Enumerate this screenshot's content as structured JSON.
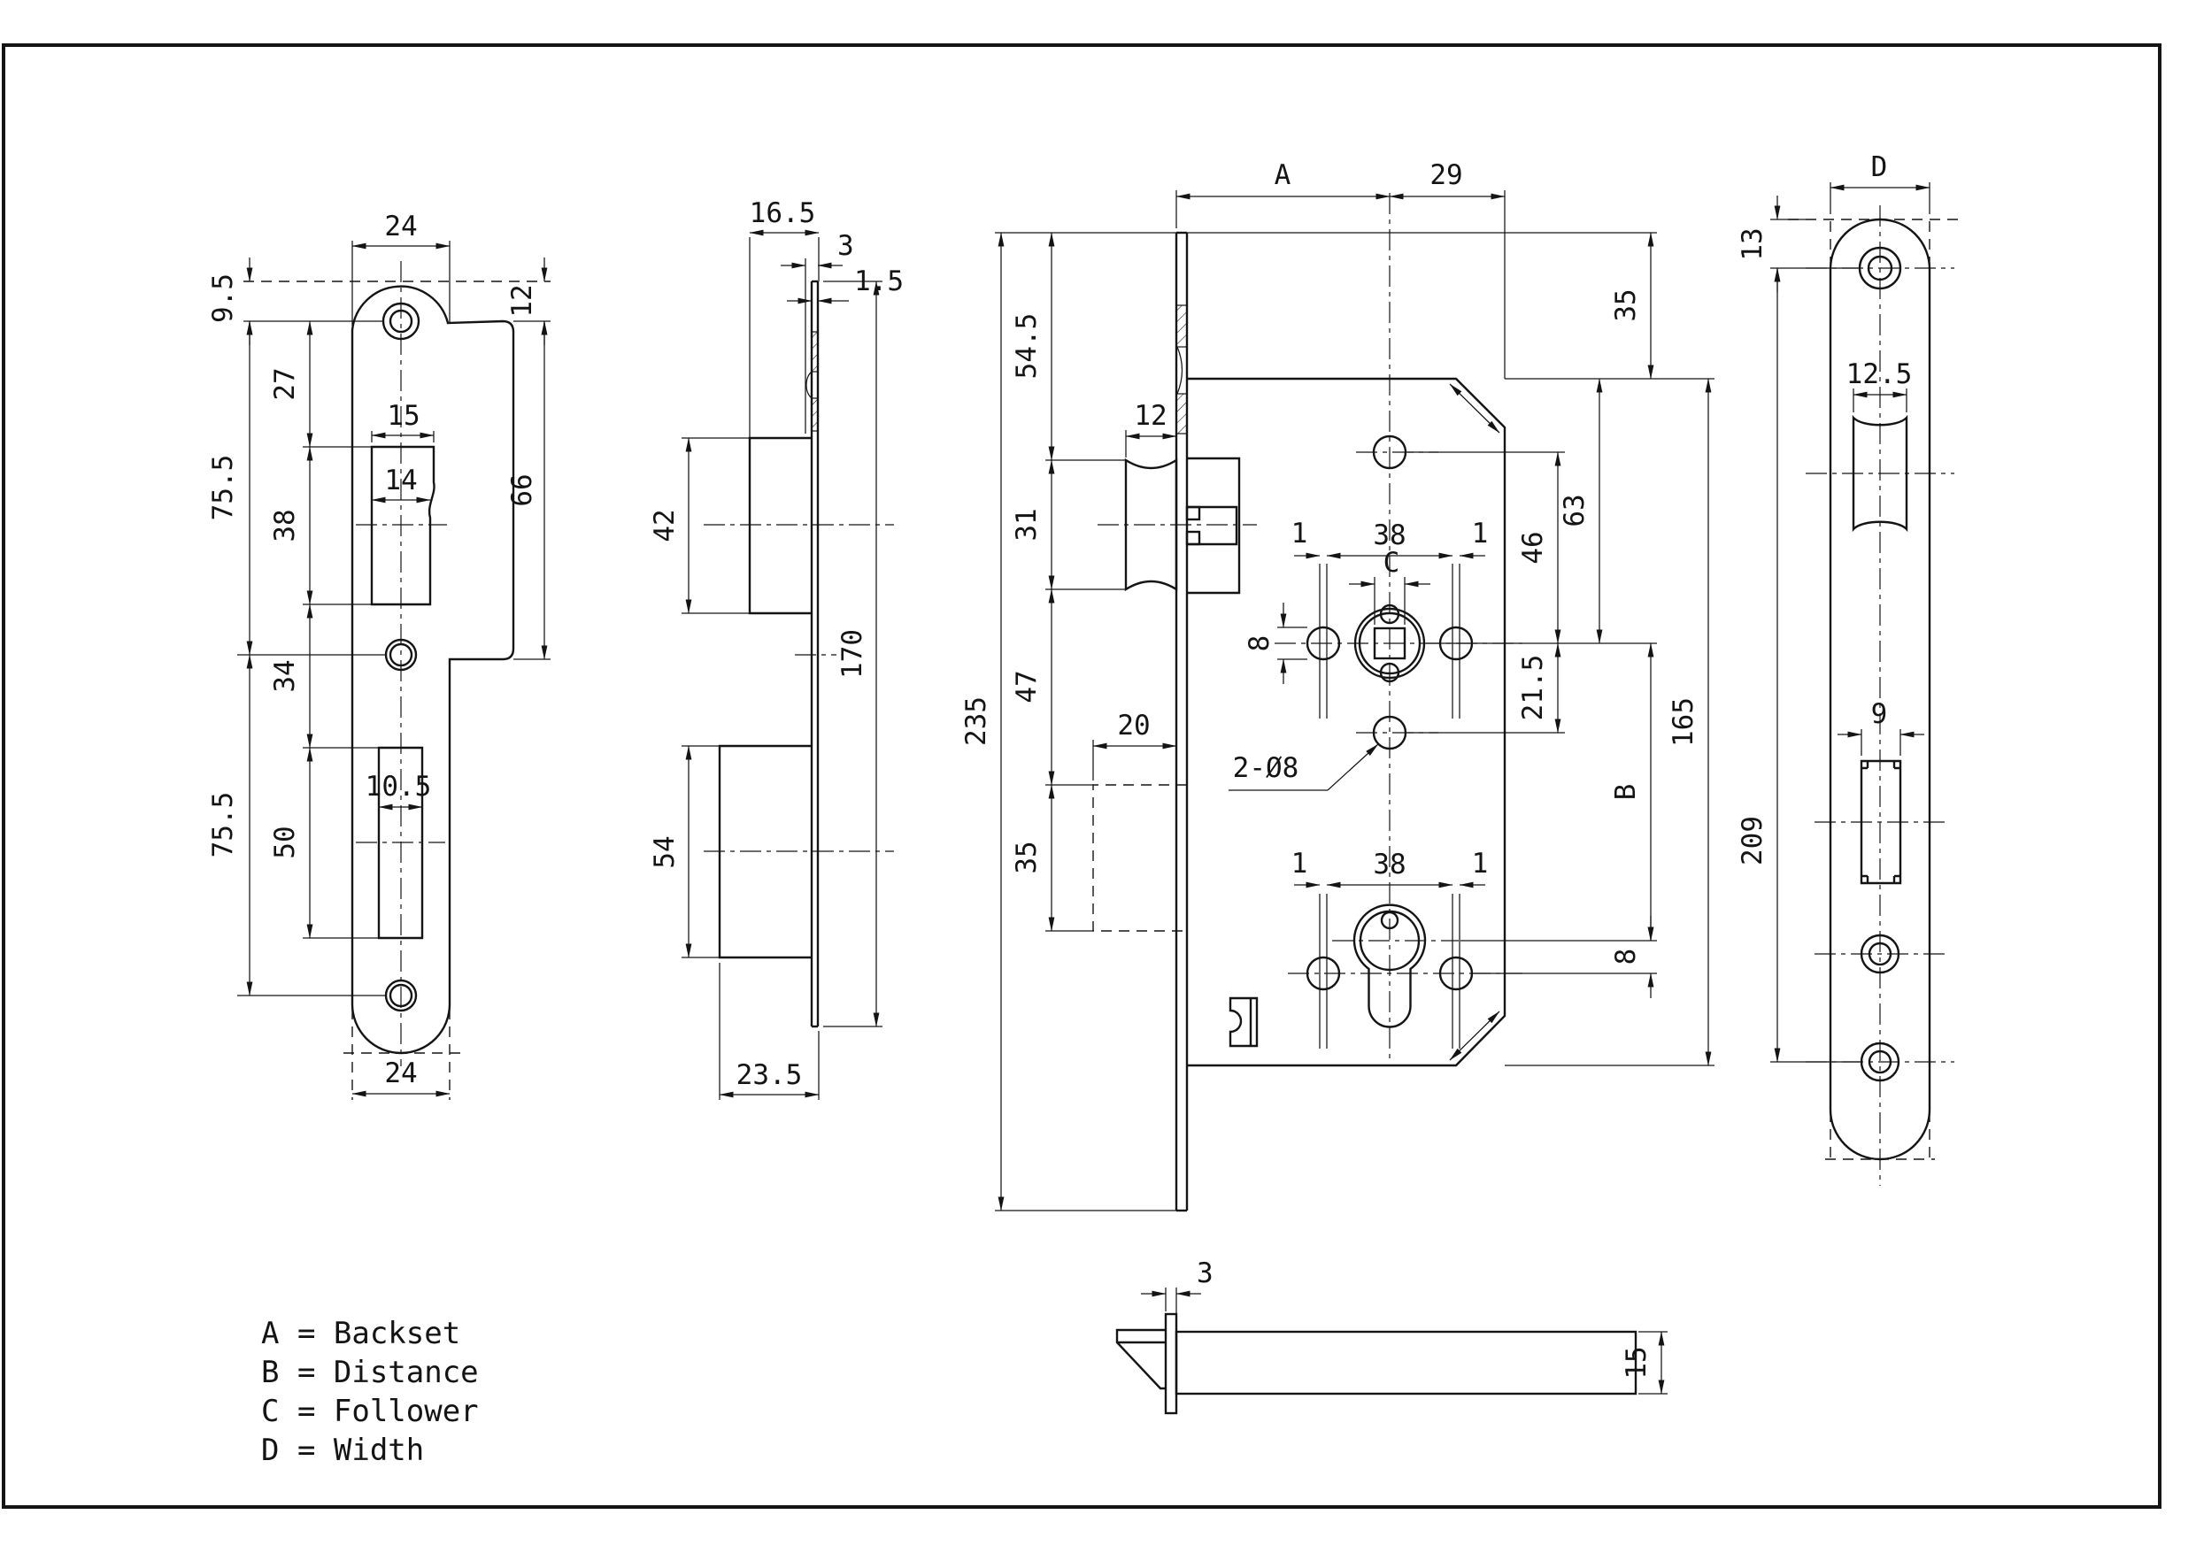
{
  "page": {
    "background": "#ffffff",
    "line_color": "#141414"
  },
  "views": {
    "strike_front": {
      "dims": {
        "w_top": "24",
        "h9_5": "9.5",
        "h27": "27",
        "w15": "15",
        "w14": "14",
        "h38": "38",
        "h75_5_upper": "75.5",
        "h34": "34",
        "h50": "50",
        "w10_5": "10.5",
        "h75_5_lower": "75.5",
        "h12": "12",
        "h66": "66",
        "w_bot": "24"
      }
    },
    "strike_side": {
      "dims": {
        "w16_5": "16.5",
        "w3": "3",
        "w1_5": "1.5",
        "h42": "42",
        "h170": "170",
        "h54": "54",
        "w23_5": "23.5"
      }
    },
    "lock_body": {
      "dims": {
        "backset": "A",
        "w29": "29",
        "h54_5": "54.5",
        "w12": "12",
        "h31": "31",
        "h47": "47",
        "w20": "20",
        "h35_left": "35",
        "h235": "235",
        "h35_right": "35",
        "h63": "63",
        "h46": "46",
        "h21_5": "21.5",
        "h165": "165",
        "distance": "B",
        "h8_right": "8",
        "gap1_tl": "1",
        "w38_top": "38",
        "gap1_tr": "1",
        "follower": "C",
        "d8_left": "8",
        "holes_note": "2-Ø8",
        "gap1_bl": "1",
        "w38_bottom": "38",
        "gap1_br": "1"
      }
    },
    "faceplate_front": {
      "dims": {
        "width": "D",
        "h13": "13",
        "w12_5": "12.5",
        "w9": "9",
        "h209": "209"
      }
    },
    "latch_bolt_side": {
      "dims": {
        "w3": "3",
        "h15": "15"
      }
    },
    "legend": {
      "items": [
        "A = Backset",
        "B = Distance",
        "C = Follower",
        "D = Width"
      ]
    }
  }
}
